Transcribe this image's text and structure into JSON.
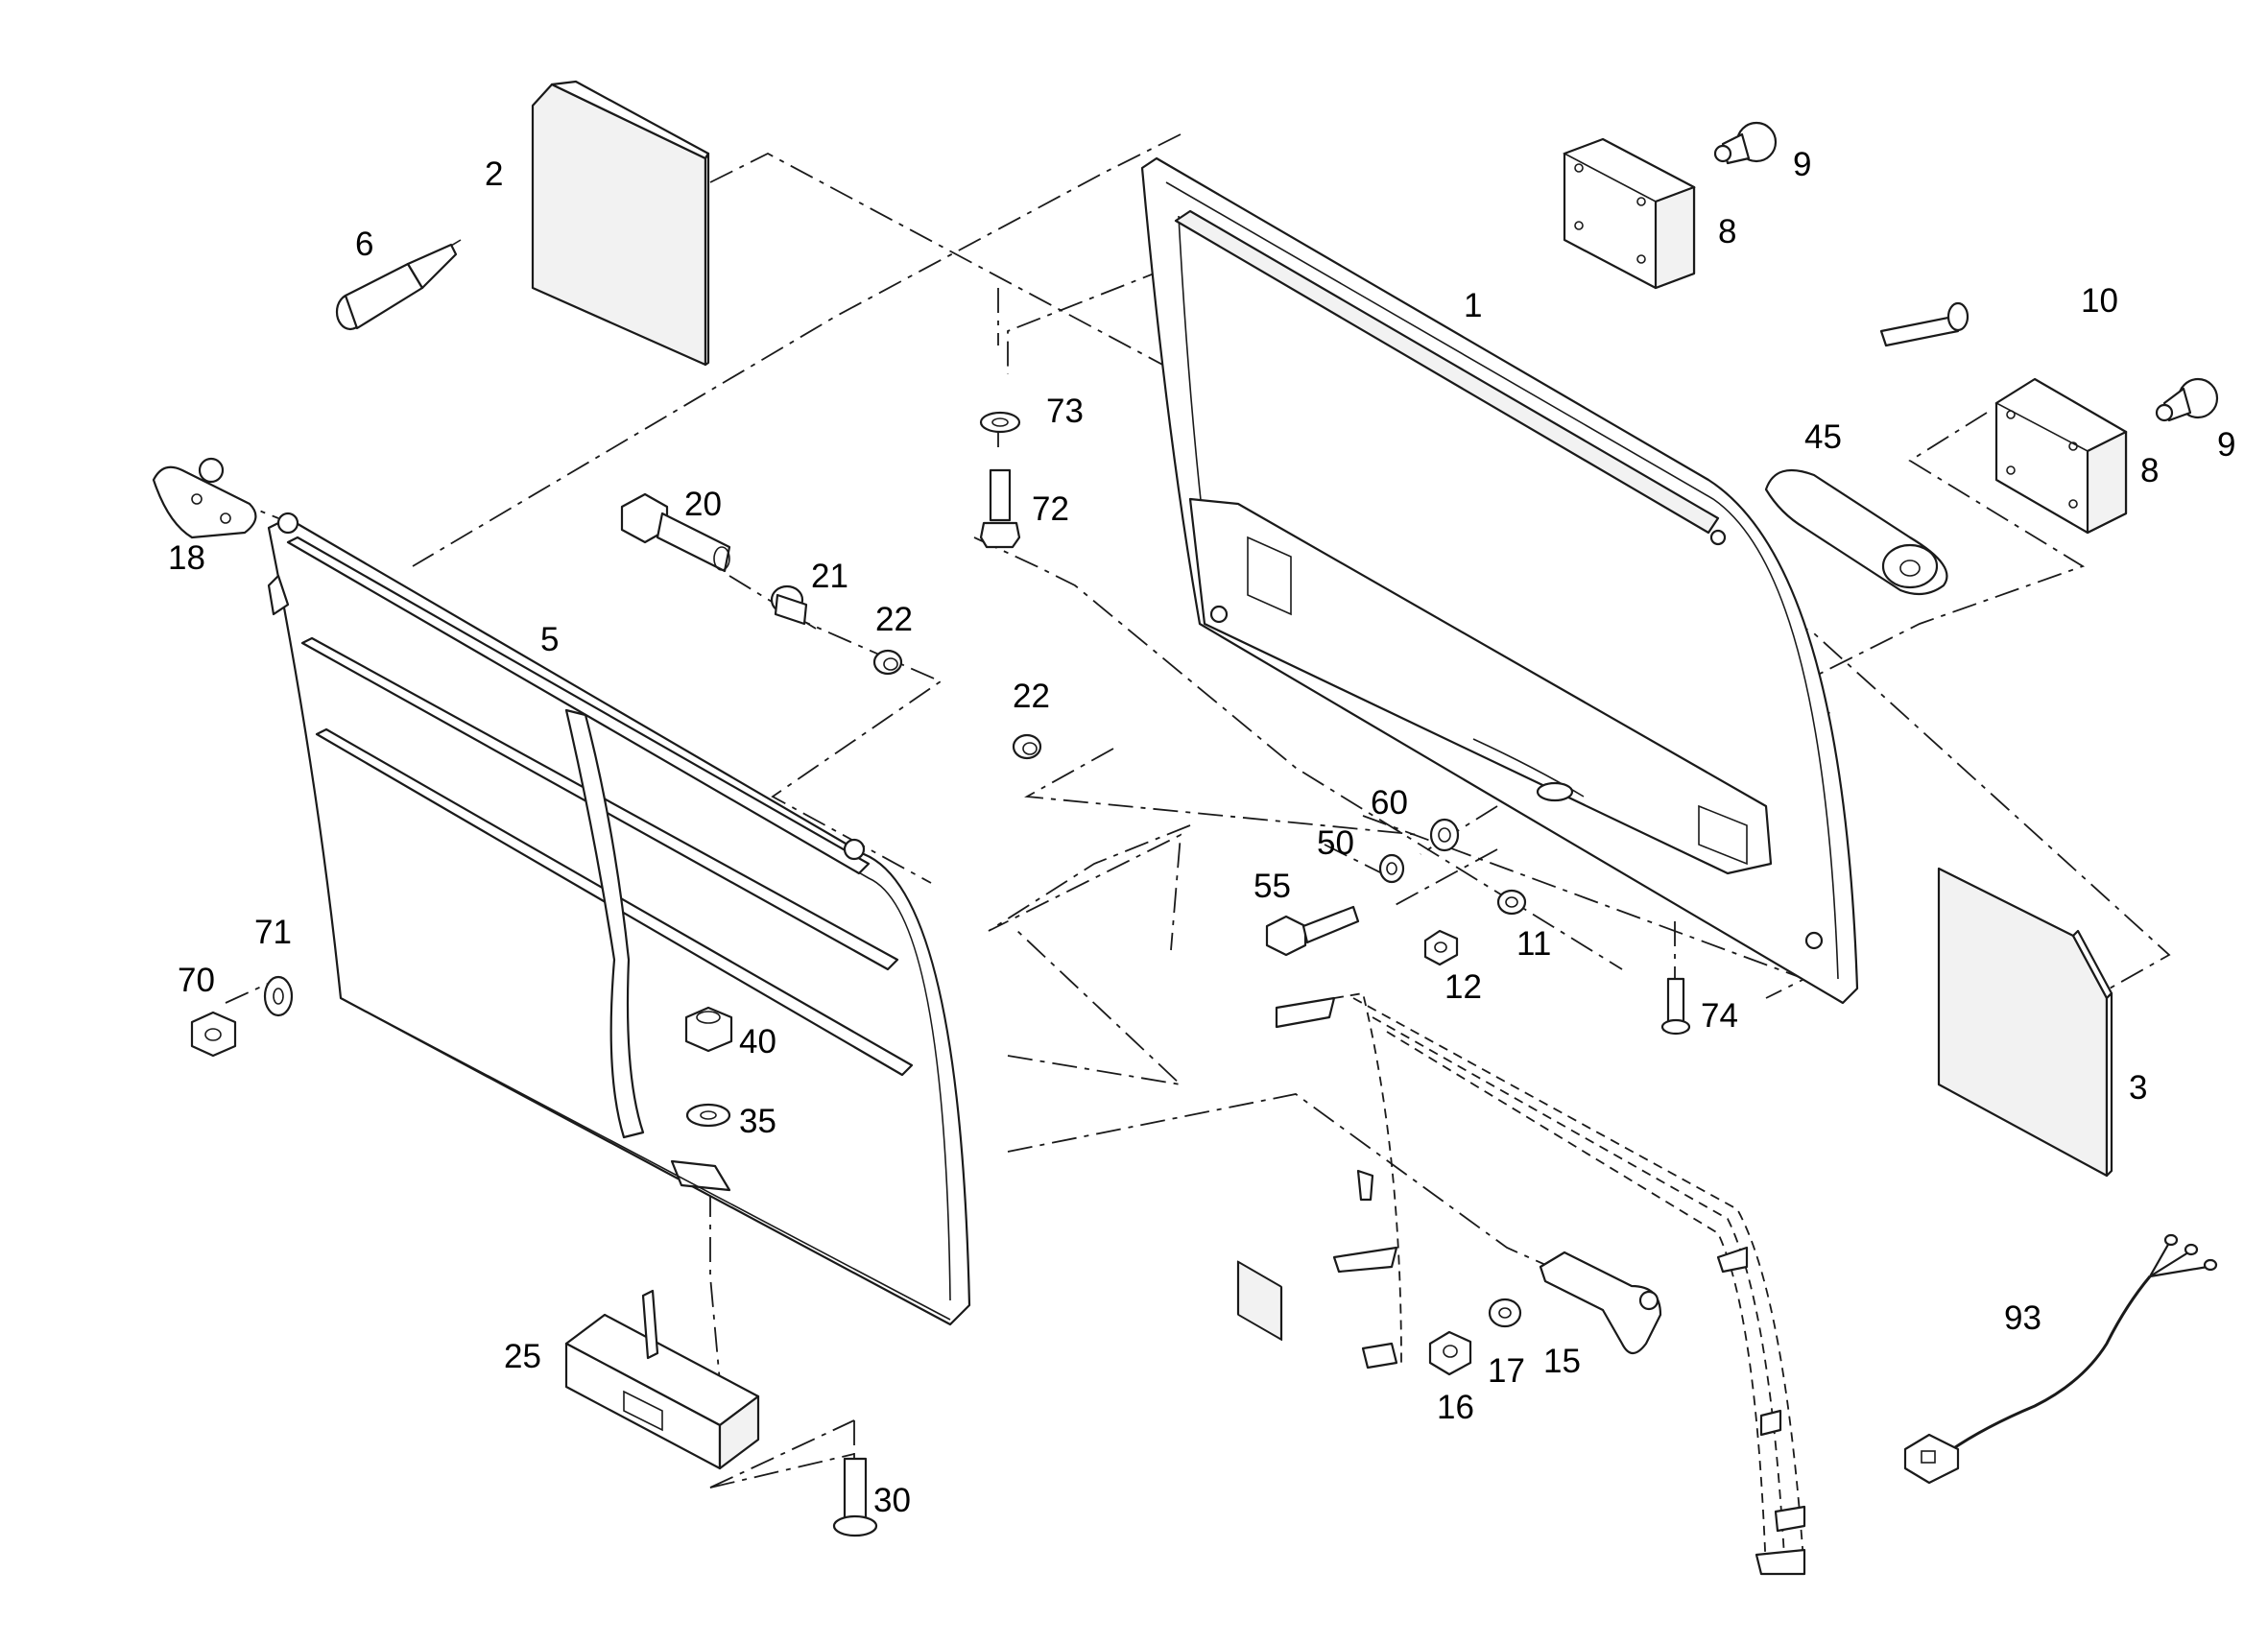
{
  "callouts": [
    "1",
    "2",
    "3",
    "5",
    "6",
    "8",
    "8",
    "9",
    "9",
    "10",
    "11",
    "12",
    "15",
    "16",
    "17",
    "18",
    "20",
    "21",
    "22",
    "22",
    "25",
    "30",
    "35",
    "40",
    "45",
    "50",
    "55",
    "60",
    "70",
    "71",
    "72",
    "73",
    "74",
    "93"
  ]
}
